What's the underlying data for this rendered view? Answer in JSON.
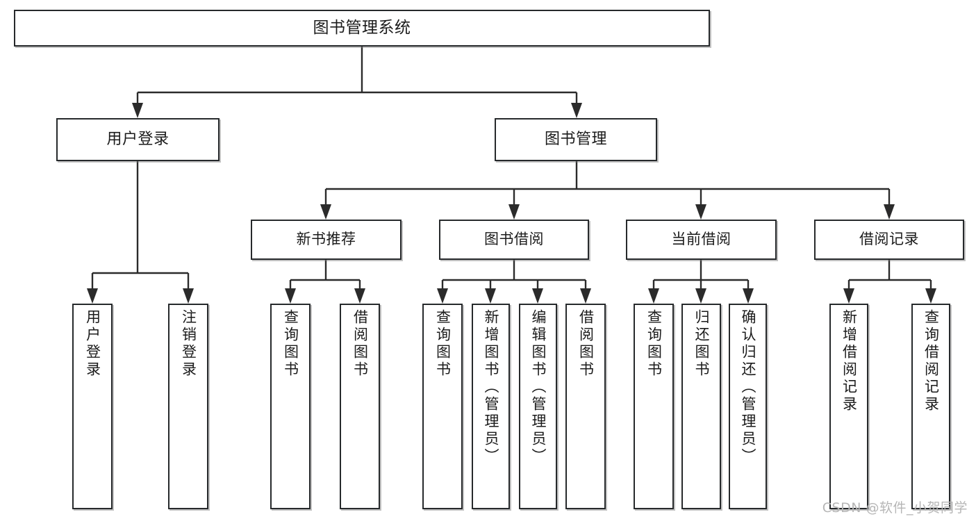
{
  "diagram": {
    "type": "tree",
    "title": "图书管理系统",
    "root": {
      "id": "root",
      "label": "图书管理系统"
    },
    "level2": [
      {
        "id": "user-login",
        "label": "用户登录"
      },
      {
        "id": "book-management",
        "label": "图书管理"
      }
    ],
    "level3": [
      {
        "id": "new-book-recommend",
        "label": "新书推荐"
      },
      {
        "id": "book-borrow",
        "label": "图书借阅"
      },
      {
        "id": "current-borrow",
        "label": "当前借阅"
      },
      {
        "id": "borrow-record",
        "label": "借阅记录"
      }
    ],
    "leaves": [
      {
        "id": "leaf-user-login",
        "label": "用户登录",
        "parent": "user-login"
      },
      {
        "id": "leaf-logout",
        "label": "注销登录",
        "parent": "user-login"
      },
      {
        "id": "leaf-query-book-1",
        "label": "查询图书",
        "parent": "new-book-recommend"
      },
      {
        "id": "leaf-borrow-book-1",
        "label": "借阅图书",
        "parent": "new-book-recommend"
      },
      {
        "id": "leaf-query-book-2",
        "label": "查询图书",
        "parent": "book-borrow"
      },
      {
        "id": "leaf-add-book",
        "label": "新增图书（管理员）",
        "parent": "book-borrow"
      },
      {
        "id": "leaf-edit-book",
        "label": "编辑图书（管理员）",
        "parent": "book-borrow"
      },
      {
        "id": "leaf-borrow-book-2",
        "label": "借阅图书",
        "parent": "book-borrow"
      },
      {
        "id": "leaf-query-book-3",
        "label": "查询图书",
        "parent": "current-borrow"
      },
      {
        "id": "leaf-return-book",
        "label": "归还图书",
        "parent": "current-borrow"
      },
      {
        "id": "leaf-confirm-return",
        "label": "确认归还（管理员）",
        "parent": "current-borrow"
      },
      {
        "id": "leaf-add-record",
        "label": "新增借阅记录",
        "parent": "borrow-record"
      },
      {
        "id": "leaf-query-record",
        "label": "查询借阅记录",
        "parent": "borrow-record"
      }
    ],
    "colors": {
      "box_border": "#26292b",
      "box_fill": "#ffffff",
      "connector": "#2b2b2b",
      "text": "#1b1b1b",
      "watermark": "#b6b6b6",
      "background": "#ffffff"
    }
  },
  "watermark": {
    "text": "CSDN @软件_小贺同学"
  }
}
